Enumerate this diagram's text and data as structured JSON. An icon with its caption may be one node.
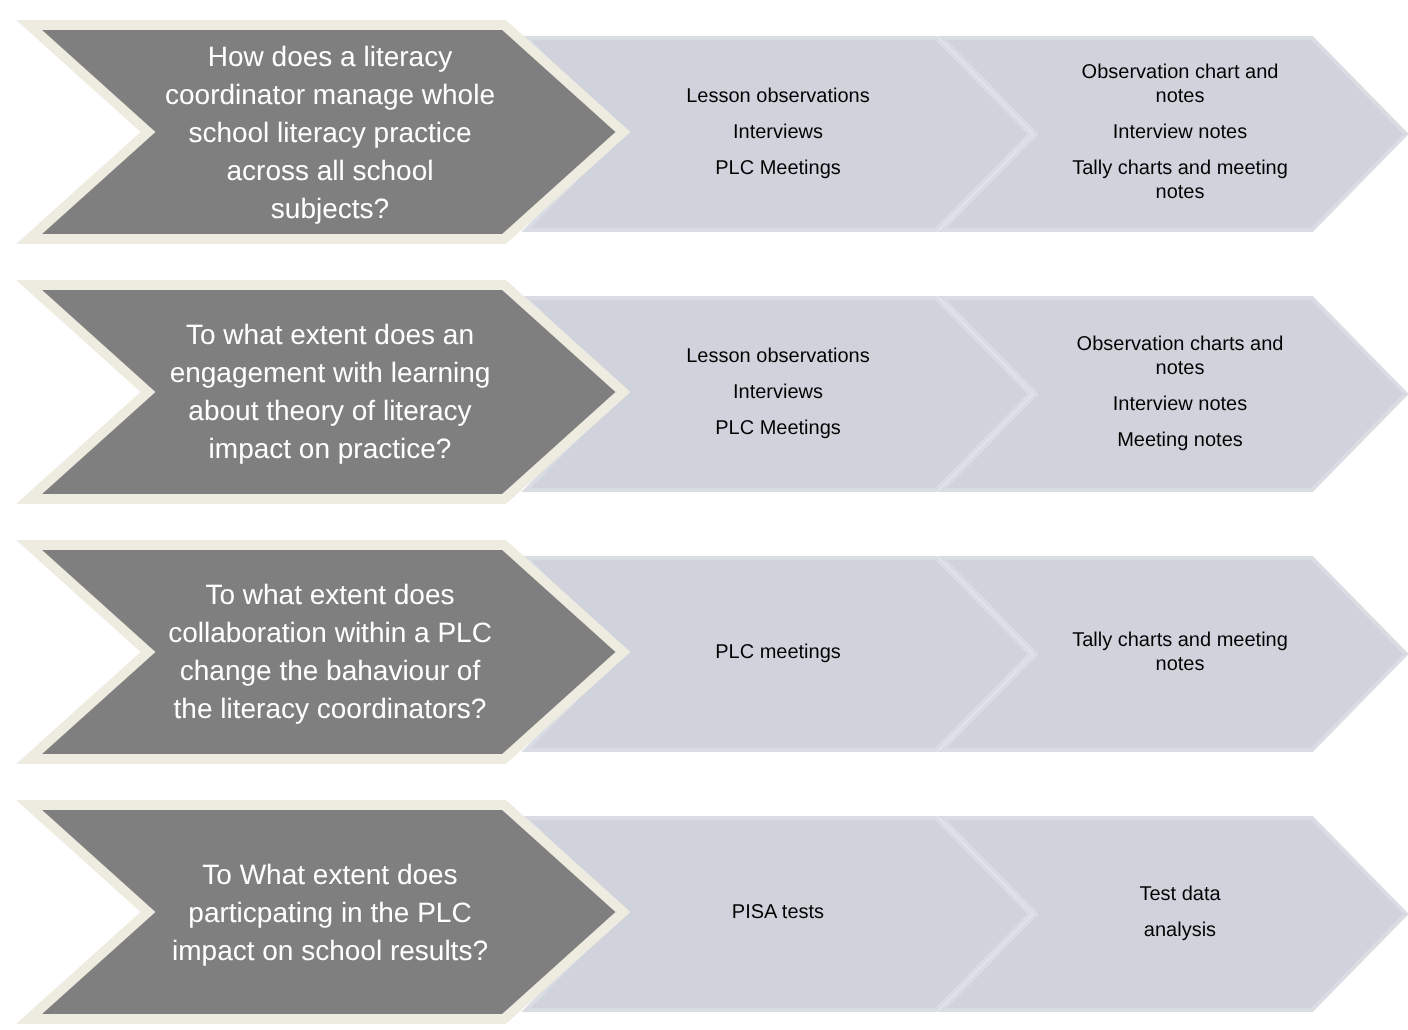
{
  "diagram": {
    "nodes": [
      {
        "text": [
          "How does a literacy coordinator manage whole school literacy practice across all school subjects?"
        ]
      },
      {
        "text": [
          "Lesson observations",
          "Interviews",
          "PLC Meetings"
        ]
      },
      {
        "text": [
          "Observation chart and notes",
          "Interview notes",
          "Tally charts and meeting notes"
        ]
      },
      {
        "text": [
          "To what extent does an engagement with learning about theory of literacy impact on practice?"
        ]
      },
      {
        "text": [
          "Lesson observations",
          "Interviews",
          "PLC Meetings"
        ]
      },
      {
        "text": [
          "Observation charts and notes",
          "Interview notes",
          "Meeting notes"
        ]
      },
      {
        "text": [
          "To what extent does collaboration within a PLC change the bahaviour of the literacy coordinators?"
        ]
      },
      {
        "text": [
          "PLC meetings"
        ]
      },
      {
        "text": [
          "Tally charts and meeting notes"
        ]
      },
      {
        "text": [
          "To What extent does particpating in the PLC impact on school results?"
        ]
      },
      {
        "text": [
          "PISA tests"
        ]
      },
      {
        "text": [
          "Test data",
          "analysis"
        ]
      }
    ]
  }
}
